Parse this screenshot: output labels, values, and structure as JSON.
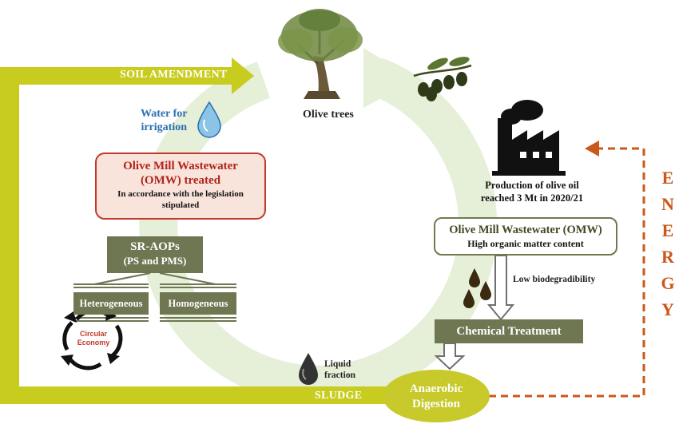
{
  "labels": {
    "soil_amendment": "SOIL AMENDMENT",
    "sludge": "SLUDGE",
    "olive_trees": "Olive trees",
    "water_irrigation_line1": "Water for",
    "water_irrigation_line2": "irrigation",
    "production_line1": "Production of olive oil",
    "production_line2": "reached 3 Mt in 2020/21",
    "low_biodegradability": "Low biodegradibility",
    "liquid_fraction_line1": "Liquid",
    "liquid_fraction_line2": "fraction",
    "circular_line1": "Circular",
    "circular_line2": "Economy"
  },
  "omw_treated": {
    "title_line1": "Olive Mill Wastewater",
    "title_line2": "(OMW) treated",
    "sub_line1": "In accordance with the legislation",
    "sub_line2": "stipulated"
  },
  "omw": {
    "title": "Olive Mill Wastewater (OMW)",
    "sub": "High organic matter content"
  },
  "sr_aops": {
    "title": "SR-AOPs",
    "sub": "(PS and PMS)",
    "branches": [
      "Heterogeneous",
      "Homogeneous"
    ]
  },
  "chemical_treatment": "Chemical Treatment",
  "anaerobic": {
    "line1": "Anaerobic",
    "line2": "Digestion"
  },
  "energy_letters": [
    "E",
    "N",
    "E",
    "R",
    "G",
    "Y"
  ],
  "colors": {
    "band": "#c8cc1e",
    "circle": "#e5eed7",
    "olive_box": "#6e7652",
    "red_border": "#c0392b",
    "red_fill": "#f9e4dc",
    "energy": "#c9581a",
    "water": "#2a6fb0",
    "anaerobic_fill": "#c7ca2a"
  }
}
